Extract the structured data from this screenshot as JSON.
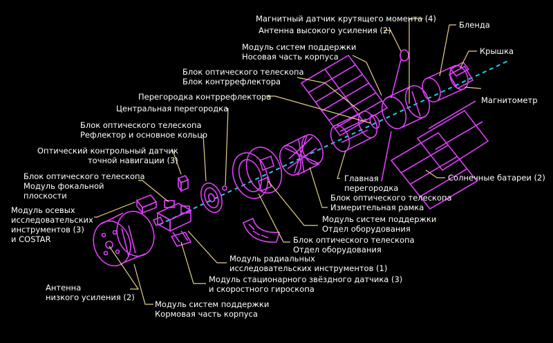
{
  "colors": {
    "background": "#000000",
    "part_stroke": "#e040fb",
    "leader_line": "#e6d28a",
    "axis_line": "#22ccee",
    "label_text": "#ffffff"
  },
  "labels": {
    "torque_sensor": [
      "Магнитный датчик крутящего момента (4)"
    ],
    "high_gain_antenna": [
      "Антенна высокого усиления (2)"
    ],
    "forward_shell": [
      "Модуль систем поддержки",
      "Носовая часть корпуса"
    ],
    "secondary_mirror": [
      "Блок оптического телескопа",
      "Блок контррефлектора"
    ],
    "secondary_baffle": [
      "Перегородка контррефлектора"
    ],
    "central_baffle": [
      "Центральная перегородка"
    ],
    "primary_mirror": [
      "Блок оптического телескопа",
      "Рефлектор и основное кольцо"
    ],
    "fine_guidance": [
      "Оптический контрольный датчик",
      "точной навигации (3)"
    ],
    "focal_plane": [
      "Блок оптического телескопа",
      "Модуль фокальной",
      "плоскости"
    ],
    "axial_instruments": [
      "Модуль осевых",
      "исследовательских",
      "инструментов (3)",
      "и COSTAR"
    ],
    "low_gain_antenna": [
      "Антенна",
      "низкого усиления (2)"
    ],
    "aft_shroud": [
      "Модуль систем поддержки",
      "Кормовая часть корпуса"
    ],
    "star_tracker": [
      "Модуль стационарного звёздного датчика (3)",
      "и скоростного гироскопа"
    ],
    "radial_instruments": [
      "Модуль радиальных",
      "исследовательских инструментов (1)"
    ],
    "ota_equipment": [
      "Блок оптического телескопа",
      "Отдел оборудования"
    ],
    "ssm_equipment": [
      "Модуль систем поддержки",
      "Отдел оборудования"
    ],
    "metering_truss": [
      "Блок оптического телескопа",
      "Измерительная рамка"
    ],
    "main_baffle": [
      "Главная",
      "перегородка"
    ],
    "solar_arrays": [
      "Солнечные батареи (2)"
    ],
    "magnetometer": [
      "Магнитометр"
    ],
    "aperture_door": [
      "Крышка"
    ],
    "light_shield": [
      "Бленда"
    ]
  }
}
